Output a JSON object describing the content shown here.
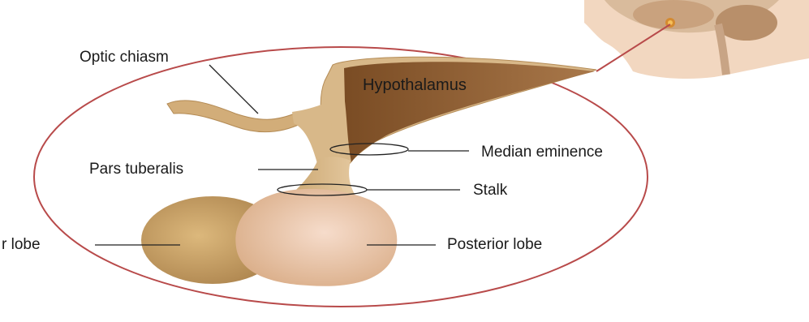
{
  "diagram": {
    "labels": {
      "optic_chiasm": "Optic chiasm",
      "hypothalamus": "Hypothalamus",
      "median_eminence": "Median eminence",
      "pars_tuberalis": "Pars tuberalis",
      "stalk": "Stalk",
      "anterior_lobe_partial": "r lobe",
      "posterior_lobe": "Posterior lobe"
    },
    "colors": {
      "circle_outline": "#b84a4a",
      "tissue_light": "#d6b585",
      "hypothalamus_dark": "#8a5a2e",
      "anterior_lobe": "#c9a062",
      "posterior_lobe": "#ecc9ae",
      "leader_line": "#222222"
    }
  }
}
